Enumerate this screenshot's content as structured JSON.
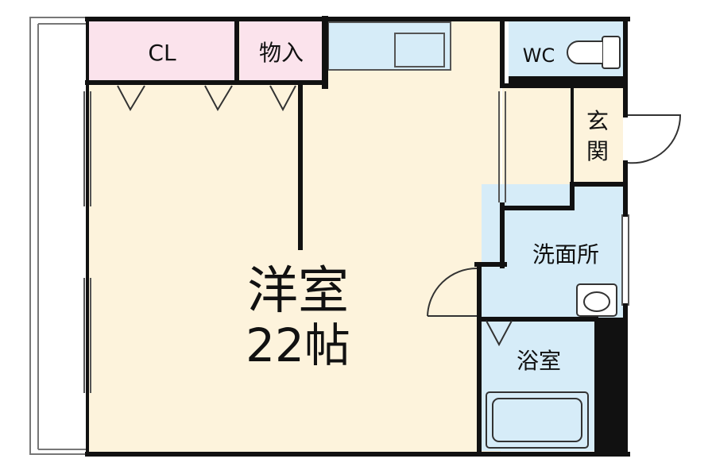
{
  "floorplan": {
    "colors": {
      "main_room": "#fdf3dc",
      "closet": "#fbe3ec",
      "wet_area": "#d6ecf8",
      "entrance": "#fdf3dc",
      "wall": "#111111",
      "balcony": "#ffffff"
    },
    "rooms": {
      "main": {
        "name": "洋室",
        "size": "22帖"
      },
      "closet": {
        "name": "CL"
      },
      "storage": {
        "name": "物入"
      },
      "toilet": {
        "name": "WC"
      },
      "entrance": {
        "name_top": "玄",
        "name_bottom": "関"
      },
      "washroom": {
        "name": "洗面所"
      },
      "bathroom": {
        "name": "浴室"
      }
    }
  }
}
